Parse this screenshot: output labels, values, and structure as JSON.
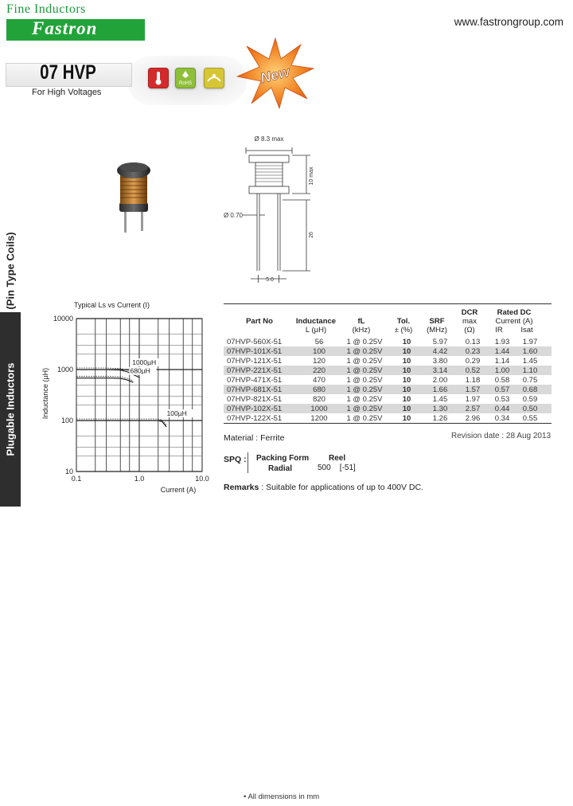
{
  "header": {
    "brand_top": "Fine Inductors",
    "logo_text": "Fastron",
    "website": "www.fastrongroup.com",
    "model": "07 HVP",
    "subtitle": "For High Voltages",
    "new_label": "New",
    "badges": [
      {
        "name": "temperature-badge",
        "color": "#d32b2b",
        "label": "°C"
      },
      {
        "name": "rohs-badge",
        "color": "#8fbf3a",
        "label": "RoHS"
      },
      {
        "name": "reach-badge",
        "color": "#d6c636",
        "label": ""
      }
    ]
  },
  "sidebar": {
    "upper_label": "(Pin Type Coils)",
    "main_label": "Plugable Inductors"
  },
  "drawing": {
    "diameter_label": "Ø 8.3 max",
    "height_label": "10 max",
    "pin_label": "Ø 0.70",
    "lead_label": "26",
    "pitch_label": "5.0"
  },
  "chart_data": {
    "type": "line",
    "title": "Typical Ls vs Current (I)",
    "xlabel": "Current (A)",
    "ylabel": "Inductance (µH)",
    "xscale": "log",
    "yscale": "log",
    "xlim": [
      0.1,
      10
    ],
    "ylim": [
      10,
      10000
    ],
    "x_ticks": [
      "0.1",
      "1.0",
      "10.0"
    ],
    "y_ticks": [
      "10000",
      "1000",
      "100",
      "10"
    ],
    "grid": true,
    "series": [
      {
        "name": "1000µH",
        "x": [
          0.1,
          0.3,
          0.5,
          0.65,
          0.8,
          1.0
        ],
        "y": [
          1000,
          1000,
          980,
          900,
          800,
          700
        ]
      },
      {
        "name": "680µH",
        "x": [
          0.1,
          0.35,
          0.5,
          0.6,
          0.7,
          0.8
        ],
        "y": [
          680,
          680,
          670,
          640,
          600,
          560
        ]
      },
      {
        "name": "100µH",
        "x": [
          0.1,
          1.0,
          2.0,
          2.3,
          2.5,
          2.7
        ],
        "y": [
          100,
          100,
          100,
          95,
          85,
          75
        ]
      }
    ]
  },
  "table": {
    "headers": {
      "part_no": "Part No",
      "inductance": "Inductance",
      "inductance_unit": "L (µH)",
      "fl": "fL",
      "fl_unit": "(kHz)",
      "tol": "Tol.",
      "tol_unit": "± (%)",
      "srf": "SRF",
      "srf_unit": "(MHz)",
      "dcr": "DCR",
      "dcr_sub": "max",
      "dcr_unit": "(Ω)",
      "rated": "Rated DC",
      "rated_sub": "Current (A)",
      "ir": "IR",
      "isat": "Isat"
    },
    "rows": [
      {
        "part": "07HVP-560X-51",
        "l": "56",
        "fl": "1 @ 0.25V",
        "tol": "10",
        "srf": "5.97",
        "dcr": "0.13",
        "ir": "1.93",
        "isat": "1.97"
      },
      {
        "part": "07HVP-101X-51",
        "l": "100",
        "fl": "1 @ 0.25V",
        "tol": "10",
        "srf": "4.42",
        "dcr": "0.23",
        "ir": "1.44",
        "isat": "1.60"
      },
      {
        "part": "07HVP-121X-51",
        "l": "120",
        "fl": "1 @ 0.25V",
        "tol": "10",
        "srf": "3.80",
        "dcr": "0.29",
        "ir": "1.14",
        "isat": "1.45"
      },
      {
        "part": "07HVP-221X-51",
        "l": "220",
        "fl": "1 @ 0.25V",
        "tol": "10",
        "srf": "3.14",
        "dcr": "0.52",
        "ir": "1.00",
        "isat": "1.10"
      },
      {
        "part": "07HVP-471X-51",
        "l": "470",
        "fl": "1 @ 0.25V",
        "tol": "10",
        "srf": "2.00",
        "dcr": "1.18",
        "ir": "0.58",
        "isat": "0.75"
      },
      {
        "part": "07HVP-681X-51",
        "l": "680",
        "fl": "1 @ 0.25V",
        "tol": "10",
        "srf": "1.66",
        "dcr": "1.57",
        "ir": "0.57",
        "isat": "0.68"
      },
      {
        "part": "07HVP-821X-51",
        "l": "820",
        "fl": "1 @ 0.25V",
        "tol": "10",
        "srf": "1.45",
        "dcr": "1.97",
        "ir": "0.53",
        "isat": "0.59"
      },
      {
        "part": "07HVP-102X-51",
        "l": "1000",
        "fl": "1 @ 0.25V",
        "tol": "10",
        "srf": "1.30",
        "dcr": "2.57",
        "ir": "0.44",
        "isat": "0.50"
      },
      {
        "part": "07HVP-122X-51",
        "l": "1200",
        "fl": "1 @ 0.25V",
        "tol": "10",
        "srf": "1.26",
        "dcr": "2.96",
        "ir": "0.34",
        "isat": "0.55"
      }
    ]
  },
  "material": "Material : Ferrite",
  "revision": "Revision date : 28 Aug 2013",
  "spq": {
    "label": "SPQ :",
    "packing_header": "Packing Form",
    "reel_header": "Reel",
    "packing_value": "Radial",
    "reel_value": "500    [-51]"
  },
  "remarks": {
    "label": "Remarks",
    "text": ": Suitable for applications of up to 400V DC."
  },
  "footnote": "• All dimensions in mm"
}
